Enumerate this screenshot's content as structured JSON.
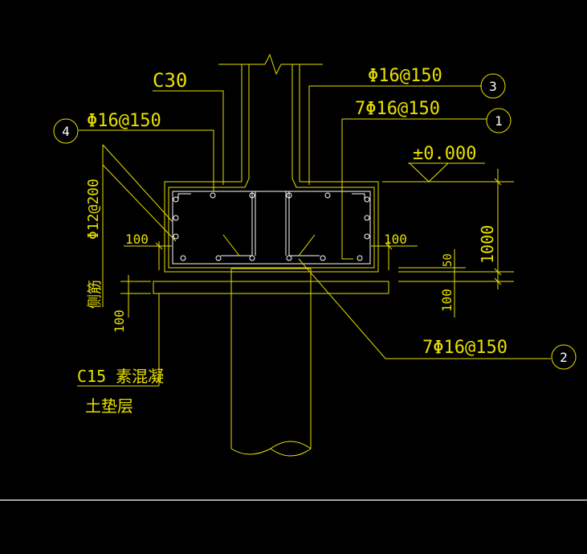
{
  "colors": {
    "background": "#000000",
    "line": "#e8e000",
    "rebar": "#ffffff",
    "separator": "#d8d8d8"
  },
  "labels": {
    "concrete_grade": "C30",
    "top_callout": "Φ16@150",
    "top_callout_right": "7Φ16@150",
    "left_callout": "Φ16@150",
    "bottom_callout": "7Φ16@150",
    "side_rebar_spacing": "Φ12@200",
    "side_rebar_name": "侧筋",
    "elevation": "±0.000",
    "dim_left_100": "100",
    "dim_right_100": "100",
    "dim_height_1000": "1000",
    "dim_50": "50",
    "dim_bottom_100": "100",
    "dim_left_bottom_100": "100",
    "cushion_line1": "C15 素混凝",
    "cushion_line2": "土垫层"
  },
  "markers": {
    "m1": "1",
    "m2": "2",
    "m3": "3",
    "m4": "4"
  }
}
